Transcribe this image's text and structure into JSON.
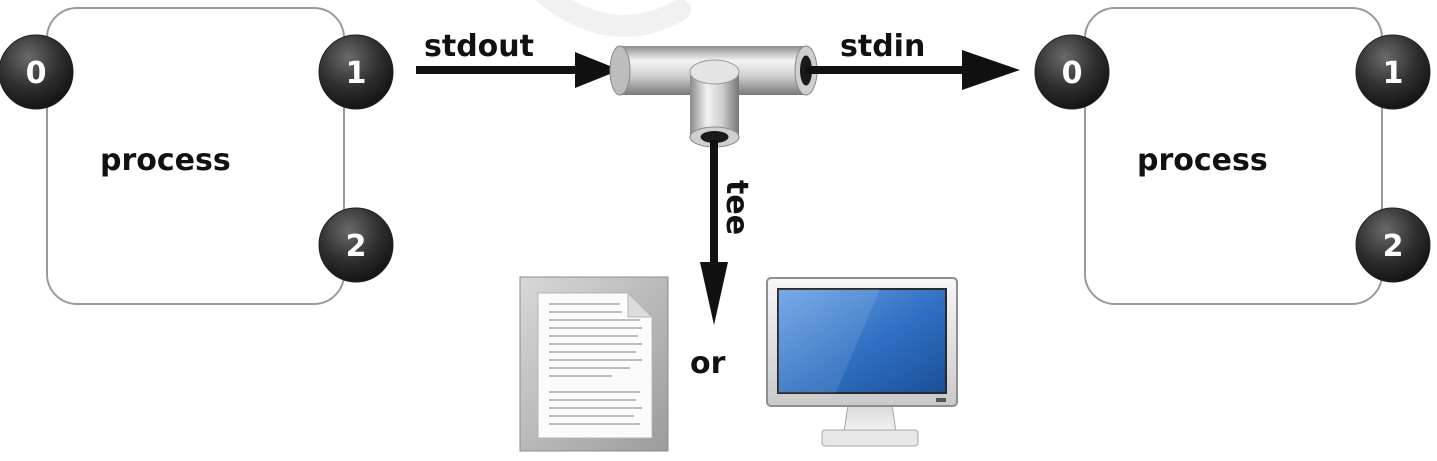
{
  "left_process": {
    "label": "process",
    "fd_stdin": "0",
    "fd_stdout": "1",
    "fd_stderr": "2"
  },
  "right_process": {
    "label": "process",
    "fd_stdin": "0",
    "fd_stdout": "1",
    "fd_stderr": "2"
  },
  "flow": {
    "stdout_label": "stdout",
    "stdin_label": "stdin",
    "tee_label": "tee",
    "or_label": "or"
  },
  "outputs": {
    "file_icon": "text-file-icon",
    "monitor_icon": "computer-monitor-icon"
  },
  "colors": {
    "fd_circle": "#2c2c2c",
    "box_border": "#9a9a9a",
    "arrow": "#111111",
    "screen": "#3a78c9"
  }
}
